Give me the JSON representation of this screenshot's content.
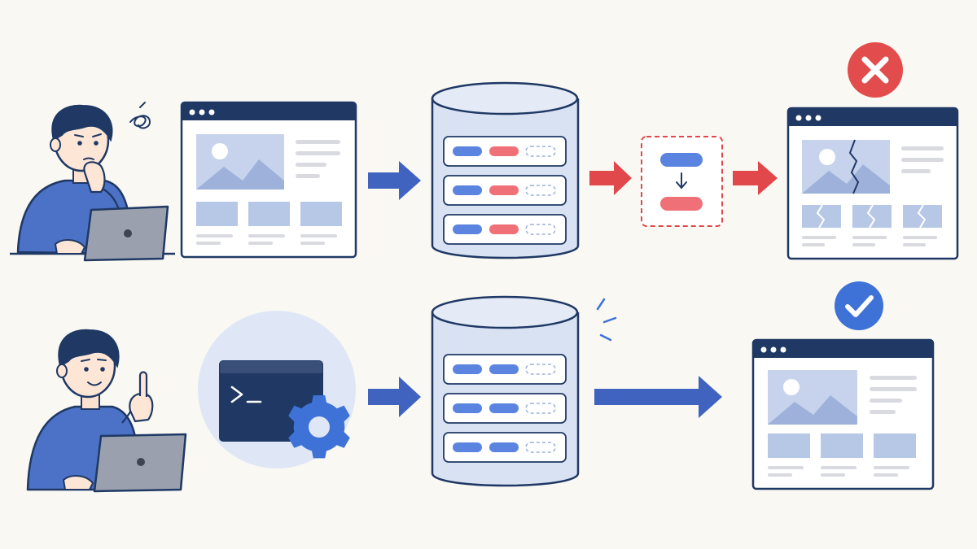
{
  "colors": {
    "background": "#f9f8f3",
    "navy": "#1f3864",
    "blue_accent": "#4a72c8",
    "blue_pill": "#5b84e0",
    "red_pill": "#ef7177",
    "red_arrow": "#e0484b",
    "error_red": "#e34c4c",
    "success_blue": "#3e72d7",
    "placeholder_blue": "#b7c7e6",
    "line_gray": "#d8dadf",
    "cylinder_fill": "#d9e2f3"
  },
  "rows": [
    {
      "id": "failed-path",
      "person_state": "confused-person",
      "source": "webpage-mockup",
      "storage": "database-cylinder",
      "transform": "field-conversion-box",
      "result": "broken-webpage",
      "result_status": "error-x-icon"
    },
    {
      "id": "successful-path",
      "person_state": "idea-person",
      "source": "terminal-with-gear",
      "storage": "database-cylinder",
      "result": "intact-webpage",
      "result_status": "success-check-icon"
    }
  ],
  "icons": {
    "terminal_prompt": ">_",
    "confused_mark": "scribble-swirl",
    "idea_pointing": "raised-index-finger",
    "gear": "gear-icon",
    "database": "database-icon"
  }
}
